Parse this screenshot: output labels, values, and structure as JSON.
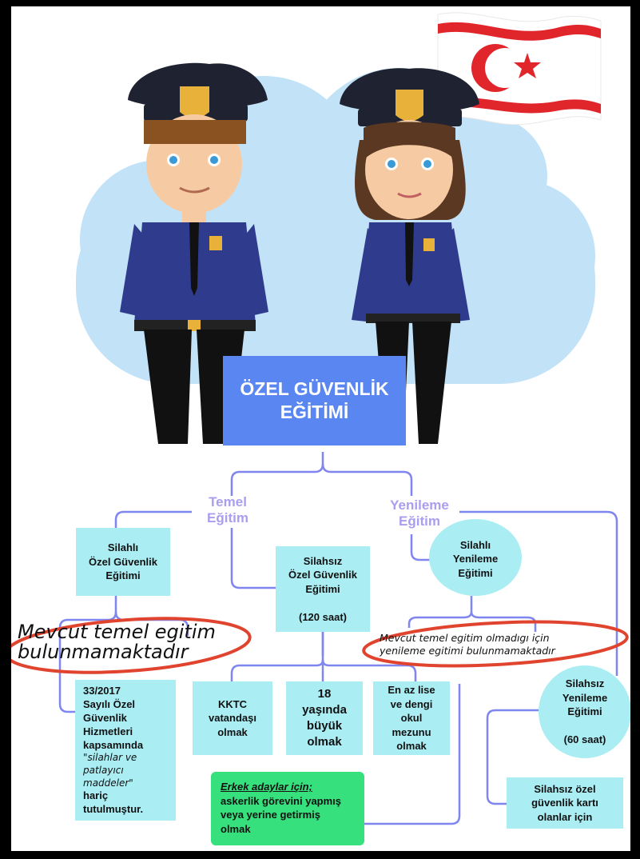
{
  "title": "ÖZEL GÜVENLİK\nEĞİTİMİ",
  "branches": {
    "temel": "Temel\nEğitim",
    "yenileme": "Yenileme\nEğitim"
  },
  "nodes": {
    "silahli_ozel": "Silahlı\nÖzel Güvenlik\nEğitimi",
    "silahsiz_ozel": "Silahsız\nÖzel Güvenlik\nEğitimi\n\n(120 saat)",
    "silahli_yenileme": "Silahlı\nYenileme\nEğitimi",
    "silahsiz_yenileme": "Silahsız\nYenileme\nEğitimi\n\n(60 saat)",
    "kktc": "KKTC\nvatandaşı\nolmak",
    "yas": "18\nyaşında\nbüyük\nolmak",
    "lise": "En az lise\nve dengi\nokul\nmezunu\nolmak",
    "silahsiz_kart": "Silahsız özel\ngüvenlik kartı\nolanlar için"
  },
  "law_note": {
    "line1": "33/2017\nSayılı Özel\nGüvenlik\nHizmetleri\nkapsamında",
    "italic": "\"silahlar ve\npatlayıcı\nmaddeler\"",
    "line2": "hariç\ntutulmuştur."
  },
  "green_note": {
    "heading": "Erkek adaylar için;",
    "body": "askerlik görevini yapmış\nveya yerine getirmiş\nolmak"
  },
  "handwritten": {
    "left": "Mevcut temel egitim\nbulunmamaktadır",
    "right": "Mevcut temel egitim olmadıgı için\nyenileme egitimi bulunmamaktadır"
  },
  "colors": {
    "title_bg": "#5a86f2",
    "node_bg": "#aaeef4",
    "line": "#7f86f0",
    "branch_text": "#a99ef0",
    "cloud": "#c2e2f8",
    "green": "#35e07d",
    "oval": "#e0442e",
    "uniform": "#2f3c8e",
    "flag_red": "#e0262b"
  }
}
